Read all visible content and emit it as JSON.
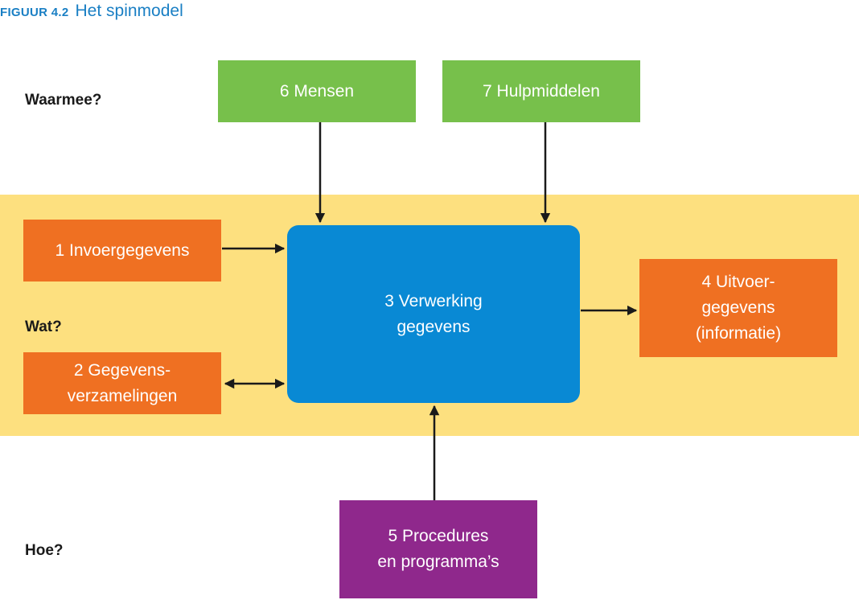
{
  "figure": {
    "number": "Figuur 4.2",
    "title": "Het spinmodel"
  },
  "row_labels": {
    "waarmee": "Waarmee?",
    "wat": "Wat?",
    "hoe": "Hoe?"
  },
  "nodes": {
    "mensen": "6 Mensen",
    "hulpmiddelen": "7 Hulpmiddelen",
    "invoergegevens": "1 Invoergegevens",
    "gegevensverzamelingen": "2 Gegevens-\nverzamelingen",
    "verwerking": "3 Verwerking\ngegevens",
    "uitvoergegevens": "4 Uitvoer-\ngegevens\n(informatie)",
    "procedures": "5 Procedures\nen programma’s"
  },
  "colors": {
    "band": "#fde07f",
    "green": "#77c04b",
    "orange": "#ef7022",
    "blue": "#0989d4",
    "purple": "#8f288c",
    "title_blue": "#1a7fc4",
    "arrow": "#1a1a1a"
  }
}
